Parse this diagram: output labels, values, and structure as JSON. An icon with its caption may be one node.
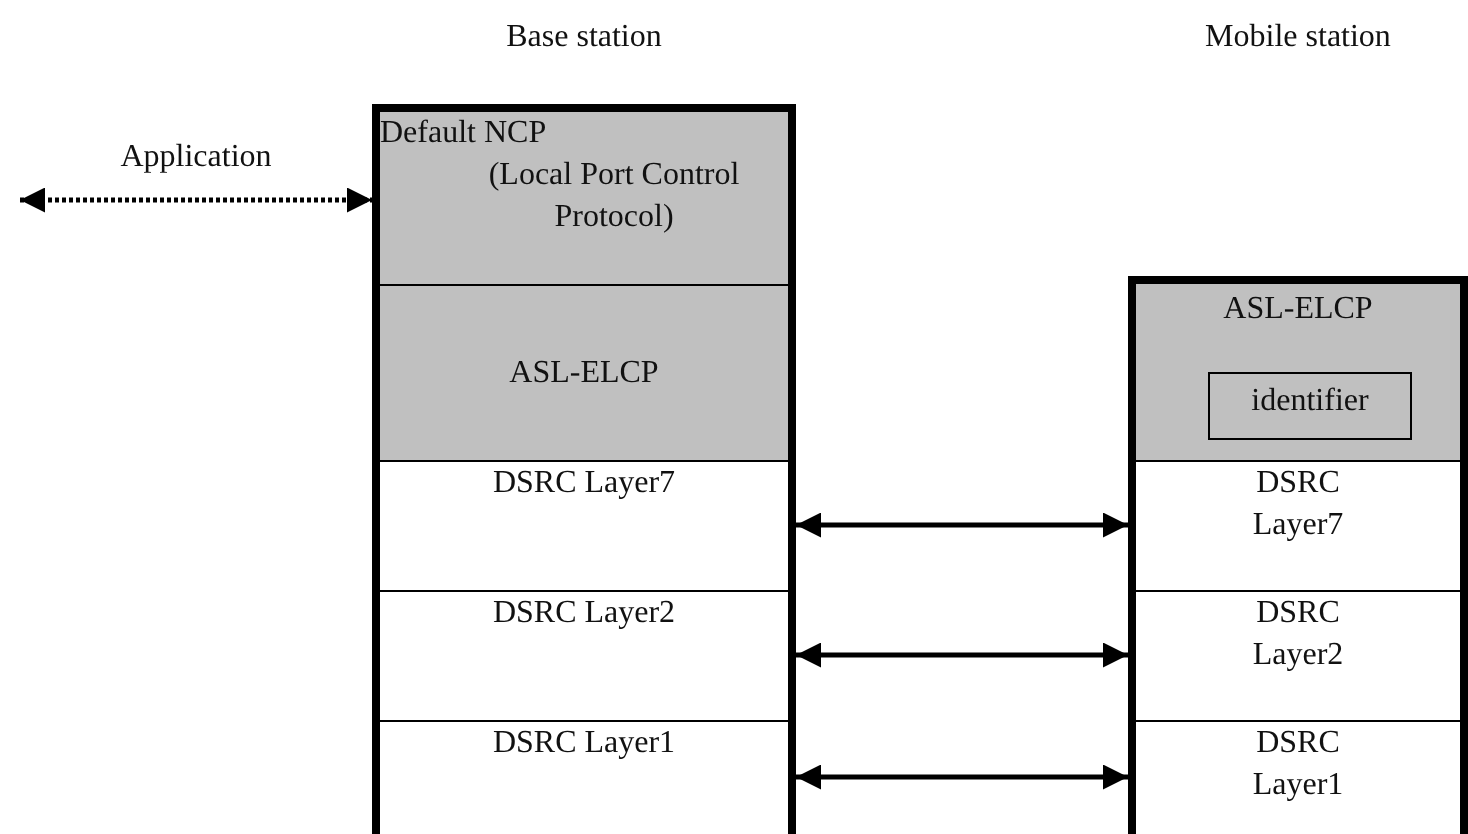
{
  "diagram": {
    "nodes": [
      {
        "text": [
          "Base station"
        ]
      },
      {
        "text": [
          "Default NCP",
          "(Local Port Control Protocol)"
        ],
        "in": 0
      },
      {
        "text": [
          "ASL-ELCP"
        ],
        "in": 0
      },
      {
        "text": [
          "DSRC Layer7"
        ],
        "in": 0
      },
      {
        "text": [
          "DSRC Layer2"
        ],
        "in": 0
      },
      {
        "text": [
          "DSRC Layer1"
        ],
        "in": 0
      },
      {
        "text": [
          "Mobile station"
        ]
      },
      {
        "text": [
          "ASL-ELCP"
        ],
        "in": 6
      },
      {
        "text": [
          "identifier"
        ],
        "in": 7
      },
      {
        "text": [
          "DSRC Layer7"
        ],
        "in": 6
      },
      {
        "text": [
          "DSRC Layer2"
        ],
        "in": 6
      },
      {
        "text": [
          "DSRC Layer1"
        ],
        "in": 6
      }
    ],
    "edges": [
      {
        "from": null,
        "to": 1,
        "arrow": "both",
        "label": "Application",
        "style": "dashed"
      },
      {
        "from": 3,
        "to": 9,
        "arrow": "both"
      },
      {
        "from": 4,
        "to": 10,
        "arrow": "both"
      },
      {
        "from": 5,
        "to": 11,
        "arrow": "both"
      }
    ]
  }
}
